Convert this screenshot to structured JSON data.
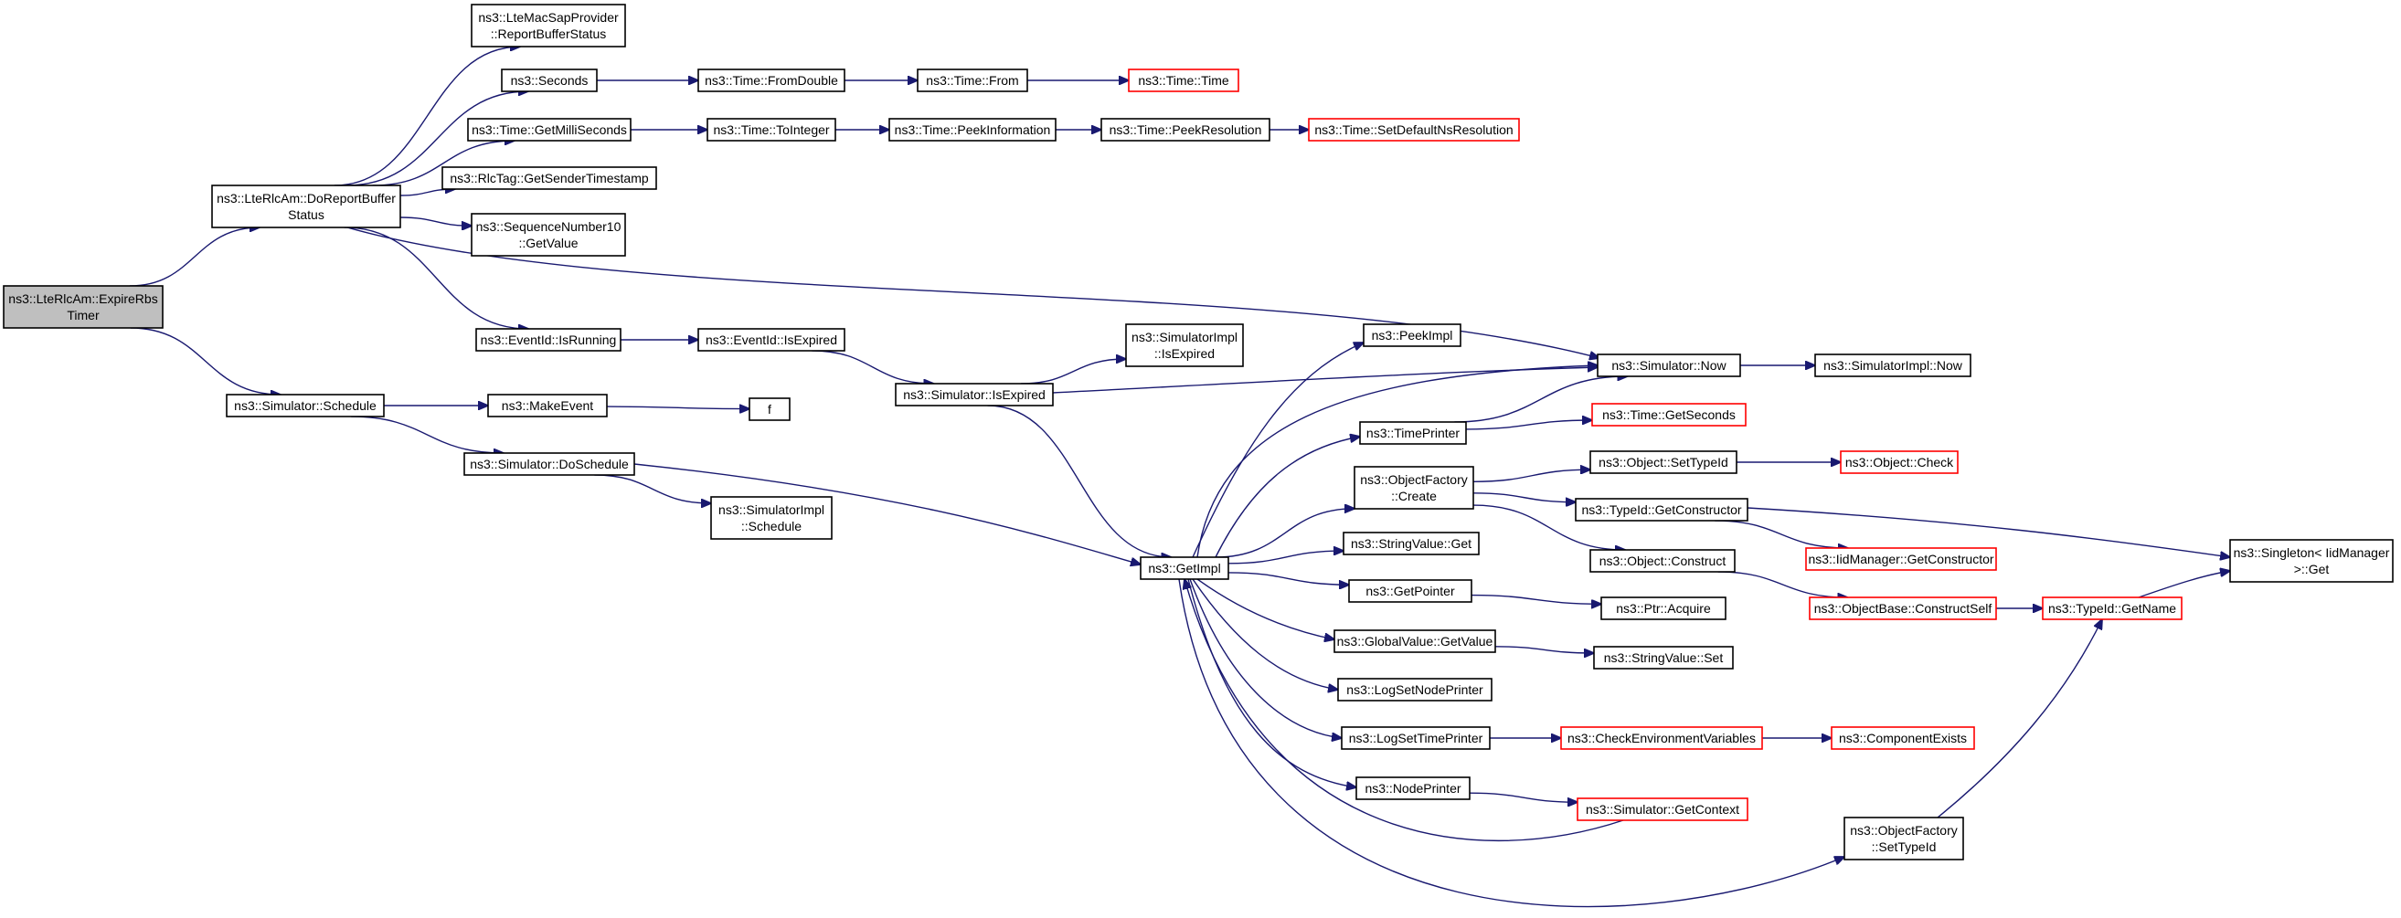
{
  "graph": {
    "colors": {
      "edge": "#191970",
      "node_border_default": "#000000",
      "node_border_truncated": "#ff0000",
      "node_fill_default": "#ffffff",
      "node_fill_root": "#bfbfbf"
    },
    "nodes": [
      {
        "id": "expire",
        "lines": [
          "ns3::LteRlcAm::ExpireRbs",
          "Timer"
        ],
        "style": "root"
      },
      {
        "id": "doreport",
        "lines": [
          "ns3::LteRlcAm::DoReportBuffer",
          "Status"
        ],
        "style": "normal"
      },
      {
        "id": "schedule",
        "lines": [
          "ns3::Simulator::Schedule"
        ],
        "style": "normal"
      },
      {
        "id": "macsap",
        "lines": [
          "ns3::LteMacSapProvider",
          "::ReportBufferStatus"
        ],
        "style": "normal"
      },
      {
        "id": "seconds",
        "lines": [
          "ns3::Seconds"
        ],
        "style": "normal"
      },
      {
        "id": "getmilli",
        "lines": [
          "ns3::Time::GetMilliSeconds"
        ],
        "style": "normal"
      },
      {
        "id": "rlctag",
        "lines": [
          "ns3::RlcTag::GetSenderTimestamp"
        ],
        "style": "normal"
      },
      {
        "id": "seqnum",
        "lines": [
          "ns3::SequenceNumber10",
          "::GetValue"
        ],
        "style": "normal"
      },
      {
        "id": "isrunning",
        "lines": [
          "ns3::EventId::IsRunning"
        ],
        "style": "normal"
      },
      {
        "id": "makeevent",
        "lines": [
          "ns3::MakeEvent"
        ],
        "style": "normal"
      },
      {
        "id": "doschedule",
        "lines": [
          "ns3::Simulator::DoSchedule"
        ],
        "style": "normal"
      },
      {
        "id": "fromdouble",
        "lines": [
          "ns3::Time::FromDouble"
        ],
        "style": "normal"
      },
      {
        "id": "tointeger",
        "lines": [
          "ns3::Time::ToInteger"
        ],
        "style": "normal"
      },
      {
        "id": "isexpired",
        "lines": [
          "ns3::EventId::IsExpired"
        ],
        "style": "normal"
      },
      {
        "id": "f",
        "lines": [
          "f"
        ],
        "style": "normal"
      },
      {
        "id": "simimplschedule",
        "lines": [
          "ns3::SimulatorImpl",
          "::Schedule"
        ],
        "style": "normal"
      },
      {
        "id": "timefrom",
        "lines": [
          "ns3::Time::From"
        ],
        "style": "normal"
      },
      {
        "id": "peekinfo",
        "lines": [
          "ns3::Time::PeekInformation"
        ],
        "style": "normal"
      },
      {
        "id": "simisexpired",
        "lines": [
          "ns3::Simulator::IsExpired"
        ],
        "style": "normal"
      },
      {
        "id": "timetime",
        "lines": [
          "ns3::Time::Time"
        ],
        "style": "truncated"
      },
      {
        "id": "peekres",
        "lines": [
          "ns3::Time::PeekResolution"
        ],
        "style": "normal"
      },
      {
        "id": "simimplisexpired",
        "lines": [
          "ns3::SimulatorImpl",
          "::IsExpired"
        ],
        "style": "normal"
      },
      {
        "id": "getimpl",
        "lines": [
          "ns3::GetImpl"
        ],
        "style": "normal"
      },
      {
        "id": "setdefaultns",
        "lines": [
          "ns3::Time::SetDefaultNsResolution"
        ],
        "style": "truncated"
      },
      {
        "id": "peekimpl",
        "lines": [
          "ns3::PeekImpl"
        ],
        "style": "normal"
      },
      {
        "id": "timeprinter",
        "lines": [
          "ns3::TimePrinter"
        ],
        "style": "normal"
      },
      {
        "id": "ofcreate",
        "lines": [
          "ns3::ObjectFactory",
          "::Create"
        ],
        "style": "normal"
      },
      {
        "id": "stringvalueget",
        "lines": [
          "ns3::StringValue::Get"
        ],
        "style": "normal"
      },
      {
        "id": "getpointer",
        "lines": [
          "ns3::GetPointer"
        ],
        "style": "normal"
      },
      {
        "id": "globalvalue",
        "lines": [
          "ns3::GlobalValue::GetValue"
        ],
        "style": "normal"
      },
      {
        "id": "lognodeprinter",
        "lines": [
          "ns3::LogSetNodePrinter"
        ],
        "style": "normal"
      },
      {
        "id": "logtimeprinter",
        "lines": [
          "ns3::LogSetTimePrinter"
        ],
        "style": "normal"
      },
      {
        "id": "nodeprinter",
        "lines": [
          "ns3::NodePrinter"
        ],
        "style": "normal"
      },
      {
        "id": "simnow",
        "lines": [
          "ns3::Simulator::Now"
        ],
        "style": "normal"
      },
      {
        "id": "getseconds",
        "lines": [
          "ns3::Time::GetSeconds"
        ],
        "style": "truncated"
      },
      {
        "id": "objsettypeid",
        "lines": [
          "ns3::Object::SetTypeId"
        ],
        "style": "normal"
      },
      {
        "id": "typeidgetctor",
        "lines": [
          "ns3::TypeId::GetConstructor"
        ],
        "style": "normal"
      },
      {
        "id": "objconstruct",
        "lines": [
          "ns3::Object::Construct"
        ],
        "style": "normal"
      },
      {
        "id": "ptracquire",
        "lines": [
          "ns3::Ptr::Acquire"
        ],
        "style": "normal"
      },
      {
        "id": "stringvalueset",
        "lines": [
          "ns3::StringValue::Set"
        ],
        "style": "normal"
      },
      {
        "id": "checkenv",
        "lines": [
          "ns3::CheckEnvironmentVariables"
        ],
        "style": "truncated"
      },
      {
        "id": "simgetcontext",
        "lines": [
          "ns3::Simulator::GetContext"
        ],
        "style": "truncated"
      },
      {
        "id": "ofsettypeid",
        "lines": [
          "ns3::ObjectFactory",
          "::SetTypeId"
        ],
        "style": "normal"
      },
      {
        "id": "simimplnow",
        "lines": [
          "ns3::SimulatorImpl::Now"
        ],
        "style": "normal"
      },
      {
        "id": "objcheck",
        "lines": [
          "ns3::Object::Check"
        ],
        "style": "truncated"
      },
      {
        "id": "iidgetctor",
        "lines": [
          "ns3::IidManager::GetConstructor"
        ],
        "style": "truncated"
      },
      {
        "id": "constructself",
        "lines": [
          "ns3::ObjectBase::ConstructSelf"
        ],
        "style": "truncated"
      },
      {
        "id": "componentexists",
        "lines": [
          "ns3::ComponentExists"
        ],
        "style": "truncated"
      },
      {
        "id": "typeidgetname",
        "lines": [
          "ns3::TypeId::GetName"
        ],
        "style": "truncated"
      },
      {
        "id": "singletonget",
        "lines": [
          "ns3::Singleton< IidManager",
          " >::Get"
        ],
        "style": "normal"
      }
    ],
    "edges": [
      [
        "expire",
        "doreport"
      ],
      [
        "expire",
        "schedule"
      ],
      [
        "doreport",
        "macsap"
      ],
      [
        "doreport",
        "seconds"
      ],
      [
        "doreport",
        "getmilli"
      ],
      [
        "doreport",
        "rlctag"
      ],
      [
        "doreport",
        "seqnum"
      ],
      [
        "doreport",
        "isrunning"
      ],
      [
        "doreport",
        "simnow"
      ],
      [
        "schedule",
        "makeevent"
      ],
      [
        "schedule",
        "doschedule"
      ],
      [
        "seconds",
        "fromdouble"
      ],
      [
        "fromdouble",
        "timefrom"
      ],
      [
        "timefrom",
        "timetime"
      ],
      [
        "getmilli",
        "tointeger"
      ],
      [
        "tointeger",
        "peekinfo"
      ],
      [
        "peekinfo",
        "peekres"
      ],
      [
        "peekres",
        "setdefaultns"
      ],
      [
        "isrunning",
        "isexpired"
      ],
      [
        "isexpired",
        "simisexpired"
      ],
      [
        "simisexpired",
        "simimplisexpired"
      ],
      [
        "simisexpired",
        "getimpl"
      ],
      [
        "simisexpired",
        "simnow"
      ],
      [
        "makeevent",
        "f"
      ],
      [
        "doschedule",
        "simimplschedule"
      ],
      [
        "doschedule",
        "getimpl"
      ],
      [
        "getimpl",
        "peekimpl"
      ],
      [
        "getimpl",
        "simnow"
      ],
      [
        "getimpl",
        "timeprinter"
      ],
      [
        "getimpl",
        "ofcreate"
      ],
      [
        "getimpl",
        "stringvalueget"
      ],
      [
        "getimpl",
        "getpointer"
      ],
      [
        "getimpl",
        "globalvalue"
      ],
      [
        "getimpl",
        "lognodeprinter"
      ],
      [
        "getimpl",
        "logtimeprinter"
      ],
      [
        "getimpl",
        "nodeprinter"
      ],
      [
        "getimpl",
        "ofsettypeid"
      ],
      [
        "simgetcontext",
        "getimpl"
      ],
      [
        "timeprinter",
        "simnow"
      ],
      [
        "timeprinter",
        "getseconds"
      ],
      [
        "simnow",
        "simimplnow"
      ],
      [
        "ofcreate",
        "objsettypeid"
      ],
      [
        "ofcreate",
        "typeidgetctor"
      ],
      [
        "ofcreate",
        "objconstruct"
      ],
      [
        "objsettypeid",
        "objcheck"
      ],
      [
        "typeidgetctor",
        "iidgetctor"
      ],
      [
        "typeidgetctor",
        "singletonget"
      ],
      [
        "objconstruct",
        "constructself"
      ],
      [
        "constructself",
        "typeidgetname"
      ],
      [
        "typeidgetname",
        "singletonget"
      ],
      [
        "getpointer",
        "ptracquire"
      ],
      [
        "globalvalue",
        "stringvalueset"
      ],
      [
        "logtimeprinter",
        "checkenv"
      ],
      [
        "checkenv",
        "componentexists"
      ],
      [
        "nodeprinter",
        "simgetcontext"
      ],
      [
        "ofsettypeid",
        "typeidgetname"
      ]
    ]
  }
}
